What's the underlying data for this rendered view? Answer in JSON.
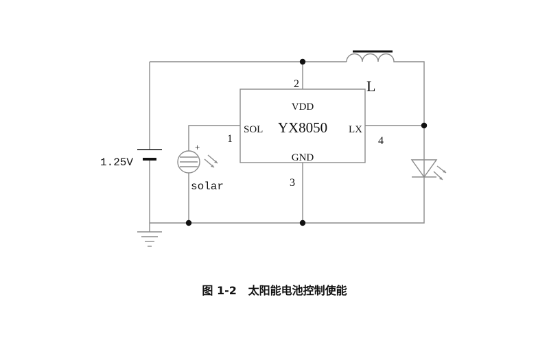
{
  "chip": {
    "name": "YX8050",
    "vdd": "VDD",
    "gnd": "GND",
    "sol": "SOL",
    "lx": "LX"
  },
  "pins": {
    "p1": "1",
    "p2": "2",
    "p3": "3",
    "p4": "4"
  },
  "inductor_label": "L",
  "battery_label": "1.25V",
  "solar_label": "solar",
  "solar_plus": "+",
  "caption": {
    "figure": "图 1-2",
    "title": "太阳能电池控制使能"
  }
}
